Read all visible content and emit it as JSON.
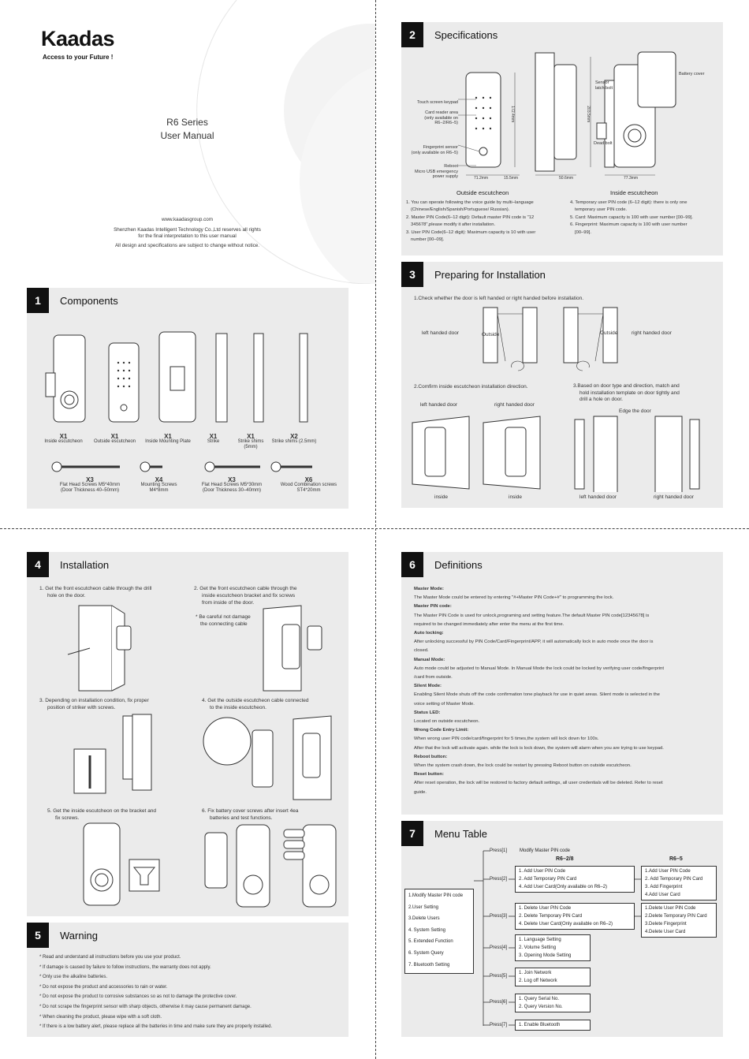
{
  "cover": {
    "brand": "Kaadas",
    "tagline": "Access to your Future !",
    "series": "R6 Series",
    "manual": "User Manual",
    "website": "www.kaadasgroup.com",
    "rights_1": "Shenzhen Kaadas Intelligent Technology Co.,Ltd reserves all rights",
    "rights_2": "for the final interpretation to this user manual",
    "notice": "All design and specifications are subject to change without notice."
  },
  "components": {
    "num": "1",
    "title": "Components",
    "parts": [
      {
        "qty": "X1",
        "name": "Inside escutcheon"
      },
      {
        "qty": "X1",
        "name": "Outside escutcheon"
      },
      {
        "qty": "X1",
        "name": "Inside Mounting Plate"
      },
      {
        "qty": "X1",
        "name": "Strike"
      },
      {
        "qty": "X1",
        "name": "Strike shims (5mm)"
      },
      {
        "qty": "X2",
        "name": "Strike shims (2.5mm)"
      }
    ],
    "screws": [
      {
        "qty": "X3",
        "name": "Flat Head Screws M5*40mm",
        "note": "(Door Thickness 40–50mm)"
      },
      {
        "qty": "X4",
        "name": "Mounting Screws",
        "note": "M4*8mm"
      },
      {
        "qty": "X3",
        "name": "Flat Head Screws M5*30mm",
        "note": "(Door Thickness 30–40mm)"
      },
      {
        "qty": "X6",
        "name": "Wood Combination screws",
        "note": "ST4*20mm"
      }
    ]
  },
  "specs": {
    "num": "2",
    "title": "Specifications",
    "callouts_left": [
      "Touch screen keypad",
      "Card reader area",
      "(only available on",
      "R6–2/R6–5)",
      "Fingerprint sensor",
      "(only available on R6–5)",
      "Reboot",
      "Micro USB emergency",
      "power supply"
    ],
    "callouts_right": [
      "Sensor",
      "latch bolt",
      "Battery cover",
      "Dead bolt"
    ],
    "dims": [
      "71.2mm",
      "15.5mm",
      "50.6mm",
      "77.3mm",
      "172.4mm",
      "203.5mm"
    ],
    "caption_outside": "Outside escutcheon",
    "caption_inside": "Inside escutcheon",
    "notes_left": [
      "1. You can operate following the voice guide by multi–language",
      "(Chinese/English/Spanish/Portuguese/ Russian).",
      "2. Master PIN Code(6–12 digit): Default master PIN code is \"12",
      "345678\",please modify it after installation.",
      "3. User PIN Code(6–12 digit): Maximum capacity is 10 with user",
      "number [00–09]."
    ],
    "notes_right": [
      "4. Temporary user PIN code (6–12 digit): there is only one",
      "temporary user PIN code.",
      "5. Card: Maximum capacity is 100 with user number [00–99].",
      "6. Fingerprint: Maximum capacity is 100 with user number",
      "[00–99]."
    ]
  },
  "prep": {
    "num": "3",
    "title": "Preparing for Installation",
    "step1": "1.Check whether the door is left handed or right handed before installation.",
    "left_door": "left handed door",
    "right_door": "right handed door",
    "outside": "Outside",
    "step2": "2.Comfirm inside escutcheon installation direction.",
    "step3_1": "3.Based on door type and direction, match and",
    "step3_2": "hold installation template on door tightly and",
    "step3_3": "drill a hole on door.",
    "edge": "Edge the door",
    "inside": "inside"
  },
  "install": {
    "num": "4",
    "title": "Installation",
    "s1": [
      "1. Get the front escutcheon cable through the drill",
      "hole on the door."
    ],
    "s2": [
      "2. Get the front escutcheon cable through the",
      "inside escutcheon bracket and fix screws",
      "from inside of the door."
    ],
    "s2_note": [
      "* Be careful not damage",
      "the connecting cable"
    ],
    "s3": [
      "3. Depending on installation condition, fix proper",
      "position of striker with screws."
    ],
    "s4": [
      "4. Get the outside escutcheon cable connected",
      "to the inside escutcheon."
    ],
    "s5": [
      "5. Get the inside escutcheon on the bracket and",
      "fix screws."
    ],
    "s6": [
      "6. Fix battery cover screws after insert 4ea",
      "batteries and test functions."
    ]
  },
  "warning": {
    "num": "5",
    "title": "Warning",
    "items": [
      "* Read and understand all instructions before you use your product.",
      "* If damage is caused by failure to follow instructions, the warranty does not apply.",
      "* Only use the alkaline batteries.",
      "* Do not expose the product and accessories to rain or water.",
      "* Do not expose the product to corrosive substances so as not to damage the protective cover.",
      "* Do not scrape the fingerprint sensor with sharp objects, otherwise it may cause permanent damage.",
      "* When cleaning the product, please wipe with a soft cloth.",
      "* If there is a low battery alert, please replace all the batteries in time and make sure they are properly installed."
    ]
  },
  "defs": {
    "num": "6",
    "title": "Definitions",
    "items": [
      {
        "h": "Master Mode:",
        "t": [
          "The Master Mode could be entered by entering \"#+Master PIN Code+#\" to programming the lock."
        ]
      },
      {
        "h": "Master PIN code:",
        "t": [
          "The Master PIN Code is used for unlock,programing and setting feature.The default Master PIN code[12345678] is",
          "required to be changed immediately after enter the menu at the first time."
        ]
      },
      {
        "h": "Auto locking:",
        "t": [
          "After unlocking successful by PIN Code/Card/Fingerprint/APP, it will automatically lock in auto mode once the door is",
          "closed."
        ]
      },
      {
        "h": "Manual Mode:",
        "t": [
          "Auto mode could be adjusted to Manual Mode. In Manual Mode the lock could be locked by verifying user code/fingerprint",
          "/card from outside."
        ]
      },
      {
        "h": "Silent Mode:",
        "t": [
          "Enabling Silent Mode shuts off the code confirmation tone playback for use in quiet areas. Silent mode is selected in the",
          "voice setting of Master Mode."
        ]
      },
      {
        "h": "Status LED:",
        "t": [
          "Located on outside escutcheon."
        ]
      },
      {
        "h": "Wrong Code Entry Limit:",
        "t": [
          "When wrong user PIN code/card/fingerprint for 5 times,the system will lock down for 100s.",
          "After that the lock will activate again. while the lock is lock down, the system will alarm when you are trying to use keypad."
        ]
      },
      {
        "h": "Reboot button:",
        "t": [
          "When the system crash down, the lock could be restart by pressing Reboot button on outside escutcheon."
        ]
      },
      {
        "h": "Reset button:",
        "t": [
          "After reset operation, the lock will be restored to factory default settings, all user credentials will be deleted. Refer to reset",
          "guide."
        ]
      }
    ]
  },
  "menu": {
    "num": "7",
    "title": "Menu Table",
    "col_a": "R6–2/8",
    "col_b": "R6–5",
    "main": [
      "1.Modify Master PIN code",
      "2.User Setting",
      "3.Delete Users",
      "4. System Setting",
      "5. Extended Function",
      "6. System Query",
      "7. Bluetooth Setting"
    ],
    "p1": "Press[1]",
    "p1_text": "Modify Master PIN code",
    "p2": "Press[2]",
    "p2_a": [
      "1. Add User PIN Code",
      "2. Add Temporary PIN Card",
      "4. Add User Card(Only available on R6–2)"
    ],
    "p2_b": [
      "1.Add User PIN Code",
      "2. Add Temporary PIN Card",
      "3. Add Fingerprint",
      "4.Add User Card"
    ],
    "p3": "Press[3]",
    "p3_a": [
      "1. Delete User PIN Code",
      "2. Delete Temporary PIN Card",
      "4. Delete User Card(Only available on R6–2)"
    ],
    "p3_b": [
      "1.Delete User PIN Code",
      "2.Delete Temporary PIN Card",
      "3.Delete Fingerprint",
      "4.Delete User Card"
    ],
    "p4": "Press[4]",
    "p4_a": [
      "1. Language Setting",
      "2. Volume Setting",
      "3. Opening Mode Setting"
    ],
    "p5": "Press[5]",
    "p5_a": [
      "1. Join Network",
      "2. Log off Network"
    ],
    "p6": "Press[6]",
    "p6_a": [
      "1. Query Serial No.",
      "2. Query Version No."
    ],
    "p7": "Press[7]",
    "p7_a": [
      "1. Enable Bluetooth"
    ]
  }
}
